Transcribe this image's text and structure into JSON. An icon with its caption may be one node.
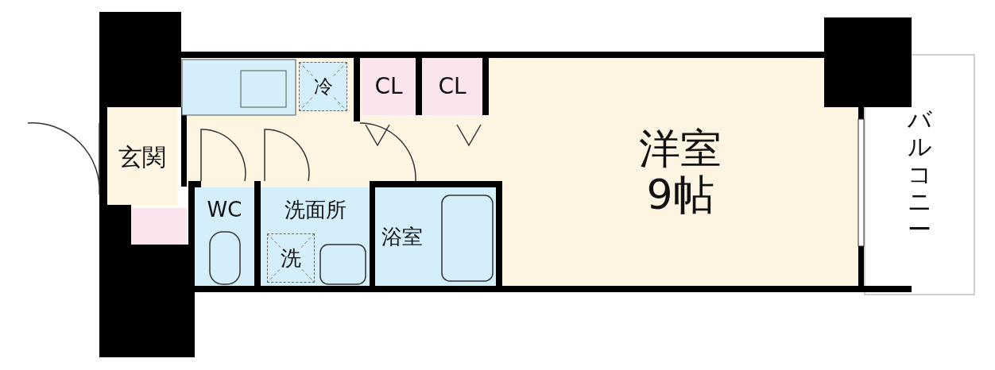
{
  "diagram": {
    "nodes": [
      {
        "text": [
          "玄関"
        ]
      },
      {
        "text": [
          "冷"
        ]
      },
      {
        "text": [
          "CL"
        ]
      },
      {
        "text": [
          "CL"
        ]
      },
      {
        "text": [
          "WC"
        ]
      },
      {
        "text": [
          "洗面所"
        ]
      },
      {
        "text": [
          "洗"
        ],
        "in": 5
      },
      {
        "text": [
          "浴室"
        ]
      },
      {
        "text": [
          "洋室 9帖"
        ]
      },
      {
        "text": [
          "バルコニー"
        ]
      }
    ]
  }
}
